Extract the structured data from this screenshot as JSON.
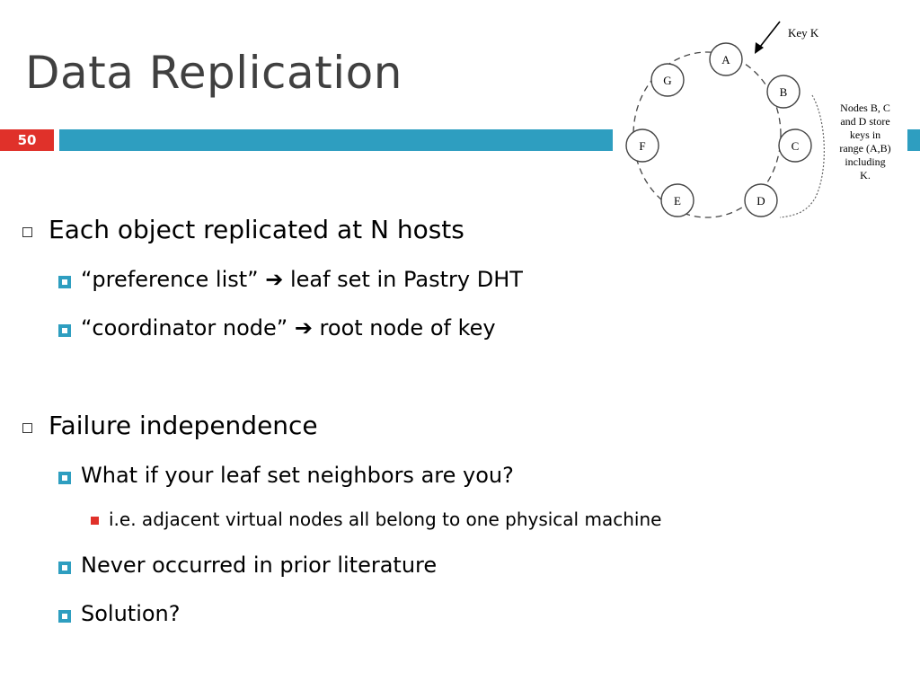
{
  "slide": {
    "title": "Data Replication",
    "number": "50"
  },
  "colors": {
    "accent_bar": "#2e9ec0",
    "number_badge": "#e0312a",
    "title": "#404040"
  },
  "bullets": [
    {
      "level": 1,
      "text": "Each object replicated at N hosts"
    },
    {
      "level": 2,
      "before": "“preference list” ",
      "arrow": "➔",
      "after": " leaf set in Pastry DHT"
    },
    {
      "level": 2,
      "before": "“coordinator node” ",
      "arrow": "➔",
      "after": " root node of key"
    },
    {
      "level": 1,
      "text": "Failure independence"
    },
    {
      "level": 2,
      "text": "What if your leaf set neighbors are you?"
    },
    {
      "level": 3,
      "text": "i.e. adjacent virtual nodes all belong to one physical machine"
    },
    {
      "level": 2,
      "text": "Never occurred in prior literature"
    },
    {
      "level": 2,
      "text": "Solution?"
    }
  ],
  "diagram": {
    "key_label": "Key K",
    "nodes": [
      "A",
      "B",
      "C",
      "D",
      "E",
      "F",
      "G"
    ],
    "note_lines": [
      "Nodes B, C",
      "and D store",
      "keys in",
      "range (A,B)",
      "including",
      "K."
    ]
  }
}
